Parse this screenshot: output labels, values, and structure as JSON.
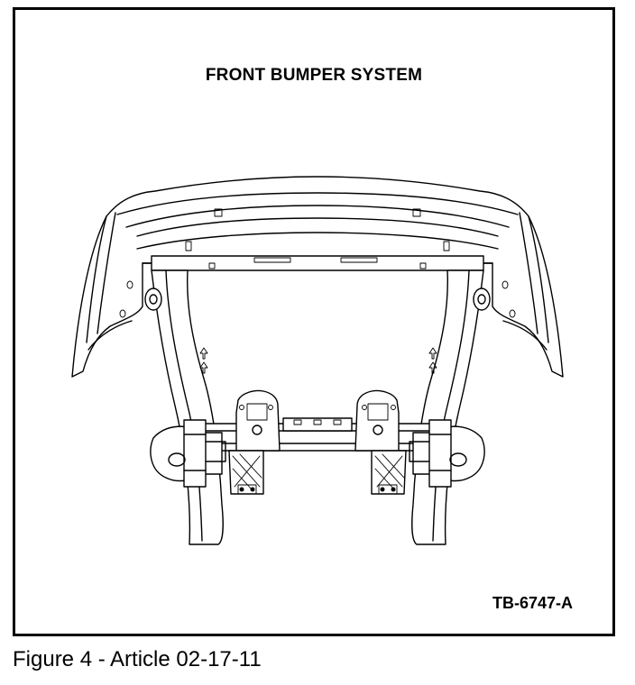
{
  "figure": {
    "title": "FRONT BUMPER SYSTEM",
    "reference_code": "TB-6747-A",
    "caption": "Figure 4 - Article 02-17-11"
  },
  "icons": {
    "left_arrow": "up-arrow-icon",
    "right_arrow": "up-arrow-icon"
  }
}
